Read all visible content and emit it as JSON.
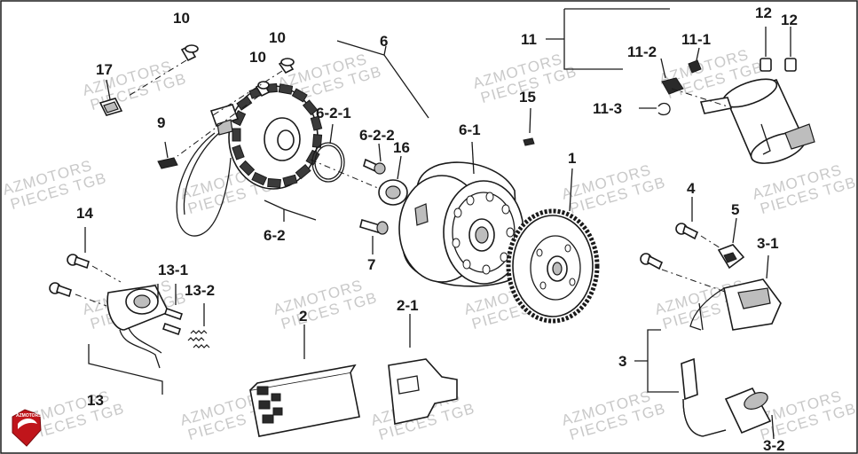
{
  "watermark": {
    "line1": "AZMOTORS",
    "line2": "PIECES TGB"
  },
  "logo": {
    "text": "AZMOTORS",
    "color": "#c0151b"
  },
  "labels": {
    "l1": "1",
    "l2": "2",
    "l2_1": "2-1",
    "l3": "3",
    "l3_1": "3-1",
    "l3_2": "3-2",
    "l4": "4",
    "l5": "5",
    "l6": "6",
    "l6_1": "6-1",
    "l6_2": "6-2",
    "l6_2_1": "6-2-1",
    "l6_2_2": "6-2-2",
    "l7": "7",
    "l9": "9",
    "l10a": "10",
    "l10b": "10",
    "l10c": "10",
    "l11": "11",
    "l11_1": "11-1",
    "l11_2": "11-2",
    "l11_3": "11-3",
    "l12a": "12",
    "l12b": "12",
    "l13": "13",
    "l13_1": "13-1",
    "l13_2": "13-2",
    "l14": "14",
    "l15": "15",
    "l16": "16",
    "l17": "17"
  }
}
